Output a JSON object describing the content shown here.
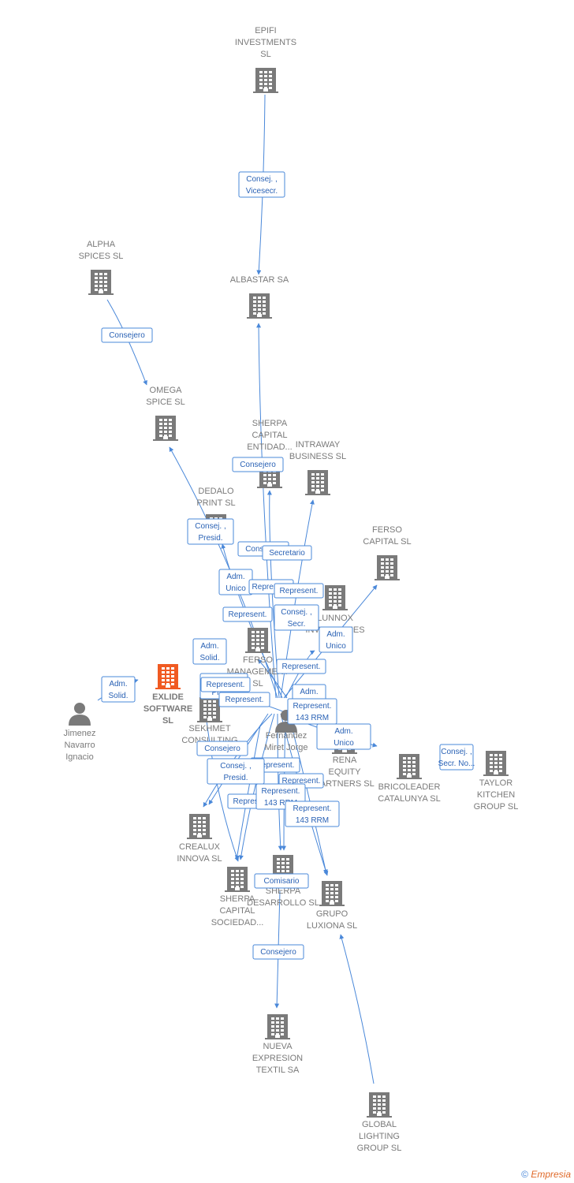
{
  "colors": {
    "edge": "#4a88d9",
    "node": "#7a7a7a",
    "focus_node": "#f05a22",
    "label_text": "#2a62b5"
  },
  "footer": {
    "copyright": "©",
    "brand": "Empresia"
  },
  "nodes": [
    {
      "id": "epifi",
      "type": "company",
      "lines": [
        "EPIFI",
        "INVESTMENTS",
        "SL"
      ]
    },
    {
      "id": "albastar",
      "type": "company",
      "lines": [
        "ALBASTAR SA"
      ]
    },
    {
      "id": "alpha",
      "type": "company",
      "lines": [
        "ALPHA",
        "SPICES  SL"
      ]
    },
    {
      "id": "omega",
      "type": "company",
      "lines": [
        "OMEGA",
        "SPICE SL"
      ]
    },
    {
      "id": "sherpa_ent",
      "type": "company",
      "lines": [
        "SHERPA",
        "CAPITAL",
        "ENTIDAD..."
      ]
    },
    {
      "id": "intraway",
      "type": "company",
      "lines": [
        "INTRAWAY",
        "BUSINESS  SL"
      ]
    },
    {
      "id": "dedalo",
      "type": "company",
      "lines": [
        "DEDALO",
        "PRINT SL"
      ]
    },
    {
      "id": "ferso_cap",
      "type": "company",
      "lines": [
        "FERSO",
        "CAPITAL  SL"
      ]
    },
    {
      "id": "lunnox",
      "type": "company",
      "lines": [
        "LUNNOX",
        "INVERSIONES"
      ]
    },
    {
      "id": "ferso_mgmt",
      "type": "company",
      "lines": [
        "FERSO",
        "MANAGEMENT",
        "SL"
      ]
    },
    {
      "id": "exlide",
      "type": "focus",
      "lines": [
        "EXLIDE",
        "SOFTWARE",
        "SL"
      ]
    },
    {
      "id": "jimenez",
      "type": "person",
      "lines": [
        "Jimenez",
        "Navarro",
        "Ignacio"
      ]
    },
    {
      "id": "sekhmet",
      "type": "company",
      "lines": [
        "SEKHMET",
        "CONSULTING"
      ]
    },
    {
      "id": "fernandez",
      "type": "person",
      "lines": [
        "Fernandez",
        "Miret Jorge"
      ]
    },
    {
      "id": "rena",
      "type": "company",
      "lines": [
        "RENA",
        "EQUITY",
        "PARTNERS  SL"
      ]
    },
    {
      "id": "bricoleader",
      "type": "company",
      "lines": [
        "BRICOLEADER",
        "CATALUNYA SL"
      ]
    },
    {
      "id": "taylor",
      "type": "company",
      "lines": [
        "TAYLOR",
        "KITCHEN",
        "GROUP  SL"
      ]
    },
    {
      "id": "crealux",
      "type": "company",
      "lines": [
        "CREALUX",
        "INNOVA SL"
      ]
    },
    {
      "id": "sherpa_soc",
      "type": "company",
      "lines": [
        "SHERPA",
        "CAPITAL",
        "SOCIEDAD..."
      ]
    },
    {
      "id": "sherpa_des",
      "type": "company",
      "lines": [
        "SHERPA",
        "DESARROLLO SL"
      ]
    },
    {
      "id": "grupo",
      "type": "company",
      "lines": [
        "GRUPO",
        "LUXIONA  SL"
      ]
    },
    {
      "id": "nueva",
      "type": "company",
      "lines": [
        "NUEVA",
        "EXPRESION",
        "TEXTIL SA"
      ]
    },
    {
      "id": "global",
      "type": "company",
      "lines": [
        "GLOBAL",
        "LIGHTING",
        "GROUP  SL"
      ]
    }
  ],
  "edge_labels": [
    {
      "id": "l1",
      "lines": [
        "Consej. ,",
        "Vicesecr."
      ]
    },
    {
      "id": "l2",
      "lines": [
        "Consejero"
      ]
    },
    {
      "id": "l3",
      "lines": [
        "Consejero"
      ]
    },
    {
      "id": "l4",
      "lines": [
        "Consej. ,",
        "Presid."
      ]
    },
    {
      "id": "l5",
      "lines": [
        "Consejero"
      ]
    },
    {
      "id": "l6",
      "lines": [
        "Secretario"
      ]
    },
    {
      "id": "l7",
      "lines": [
        "Adm.",
        "Unico"
      ]
    },
    {
      "id": "l8",
      "lines": [
        "Represent."
      ]
    },
    {
      "id": "l9",
      "lines": [
        "Represent."
      ]
    },
    {
      "id": "l10",
      "lines": [
        "Represent."
      ]
    },
    {
      "id": "l11",
      "lines": [
        "Consej. ,",
        "Secr."
      ]
    },
    {
      "id": "l12",
      "lines": [
        "Adm.",
        "Solid."
      ]
    },
    {
      "id": "l13",
      "lines": [
        "Adm.",
        "Unico"
      ]
    },
    {
      "id": "l14",
      "lines": [
        "Represent."
      ]
    },
    {
      "id": "l15",
      "lines": [
        "Adm.",
        "Solid."
      ]
    },
    {
      "id": "l16",
      "lines": [
        "Represent.",
        "Presid."
      ]
    },
    {
      "id": "l17",
      "lines": [
        "Represent."
      ]
    },
    {
      "id": "l18",
      "lines": [
        "Adm.",
        "Unico"
      ]
    },
    {
      "id": "l19",
      "lines": [
        "Represent."
      ]
    },
    {
      "id": "l20",
      "lines": [
        "Represent.",
        "143 RRM"
      ]
    },
    {
      "id": "l21",
      "lines": [
        "Adm.",
        "Unico"
      ]
    },
    {
      "id": "l22",
      "lines": [
        "Consej. ,",
        "Secr. No..."
      ]
    },
    {
      "id": "l23",
      "lines": [
        "Consejero"
      ]
    },
    {
      "id": "l24",
      "lines": [
        "Represent."
      ]
    },
    {
      "id": "l25",
      "lines": [
        "Consej. ,",
        "Presid."
      ]
    },
    {
      "id": "l26",
      "lines": [
        "Represent."
      ]
    },
    {
      "id": "l27",
      "lines": [
        "Represent."
      ]
    },
    {
      "id": "l28",
      "lines": [
        "Represent.",
        "143 RRM"
      ]
    },
    {
      "id": "l29",
      "lines": [
        "Represent.",
        "143 RRM"
      ]
    },
    {
      "id": "l30",
      "lines": [
        "Comisario"
      ]
    },
    {
      "id": "l31",
      "lines": [
        "Consejero"
      ]
    }
  ]
}
